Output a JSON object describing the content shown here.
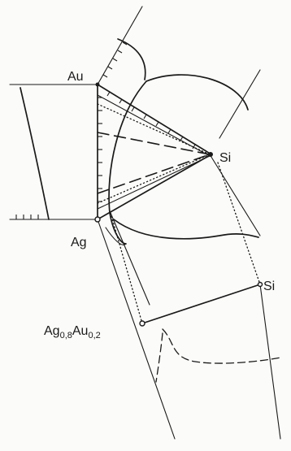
{
  "labels": {
    "au": "Au",
    "ag": "Ag",
    "si_upper": "Si",
    "si_lower": "Si",
    "composition_base": "Ag",
    "composition_sub1": "0,8",
    "composition_mid": "Au",
    "composition_sub2": "0,2"
  }
}
